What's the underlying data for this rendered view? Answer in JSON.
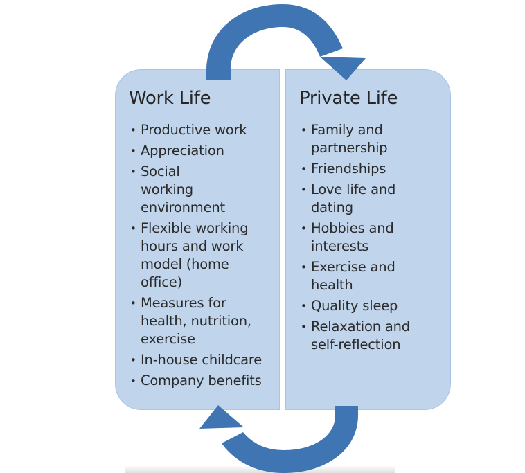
{
  "diagram": {
    "colors": {
      "box_fill": "#c0d5ec",
      "box_border": "#a9c4e4",
      "arrow": "#3f75b2",
      "text": "#262626"
    },
    "work_life": {
      "title": "Work Life",
      "items": [
        "Productive work",
        "Appreciation",
        "Social working environment",
        "Flexible working hours and work model (home office)",
        "Measures for health, nutrition, exercise",
        "In-house childcare",
        "Company benefits"
      ]
    },
    "private_life": {
      "title": "Private Life",
      "items": [
        "Family and partnership",
        "Friendships",
        "Love life and dating",
        "Hobbies and interests",
        "Exercise and health",
        "Quality sleep",
        "Relaxation and self-reflection"
      ]
    },
    "arrows": {
      "top": "cycle-arrow-work-to-private",
      "bottom": "cycle-arrow-private-to-work"
    }
  }
}
